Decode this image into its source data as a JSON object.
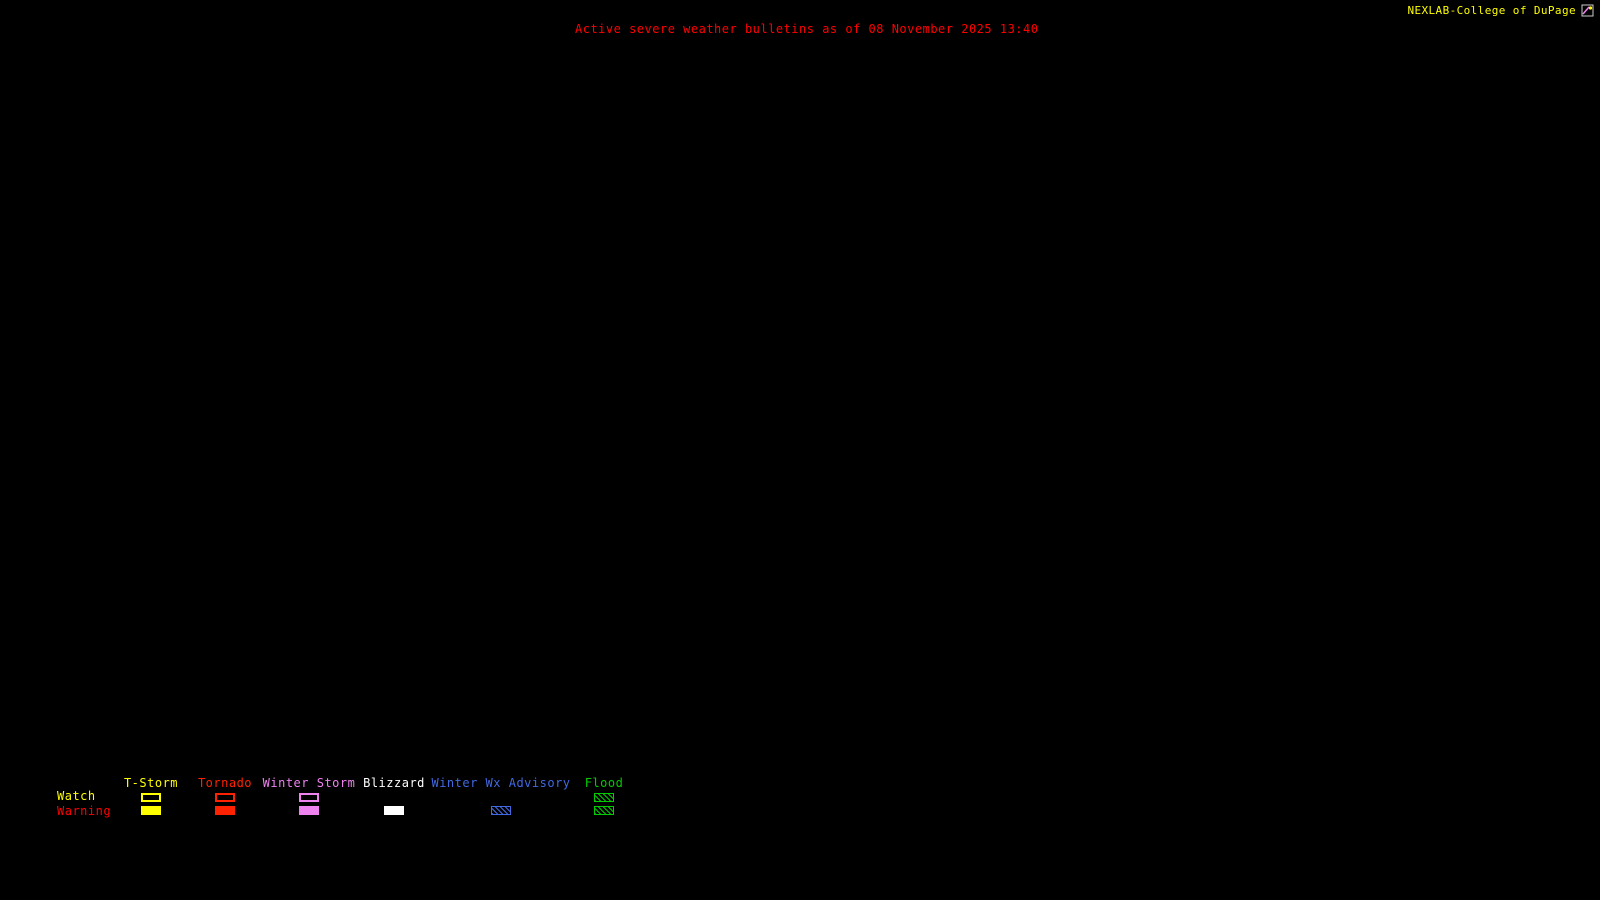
{
  "page": {
    "background": "#000000"
  },
  "header": {
    "bulletin_title": "Active severe weather bulletins as of 08 November 2025 13:40",
    "bulletin_title_color": "#ff0000",
    "brand": "NEXLAB-College of DuPage",
    "brand_color": "#ffff00"
  },
  "legend": {
    "row_labels": [
      {
        "label": "Watch",
        "color": "#ffff00"
      },
      {
        "label": "Warning",
        "color": "#ff0000"
      }
    ],
    "columns": [
      {
        "label": "T-Storm",
        "color": "#ffff00",
        "watch_swatch": "outline",
        "warning_swatch": "filled"
      },
      {
        "label": "Tornado",
        "color": "#ff2200",
        "watch_swatch": "outline",
        "warning_swatch": "filled"
      },
      {
        "label": "Winter Storm",
        "color": "#ee82ee",
        "watch_swatch": "outline",
        "warning_swatch": "filled"
      },
      {
        "label": "Blizzard",
        "color": "#ffffff",
        "watch_swatch": "none",
        "warning_swatch": "filled"
      },
      {
        "label": "Winter Wx Advisory",
        "color": "#4169e1",
        "watch_swatch": "none",
        "warning_swatch": "hatched"
      },
      {
        "label": "Flood",
        "color": "#00cc00",
        "watch_swatch": "hatched",
        "warning_swatch": "hatched"
      }
    ]
  }
}
